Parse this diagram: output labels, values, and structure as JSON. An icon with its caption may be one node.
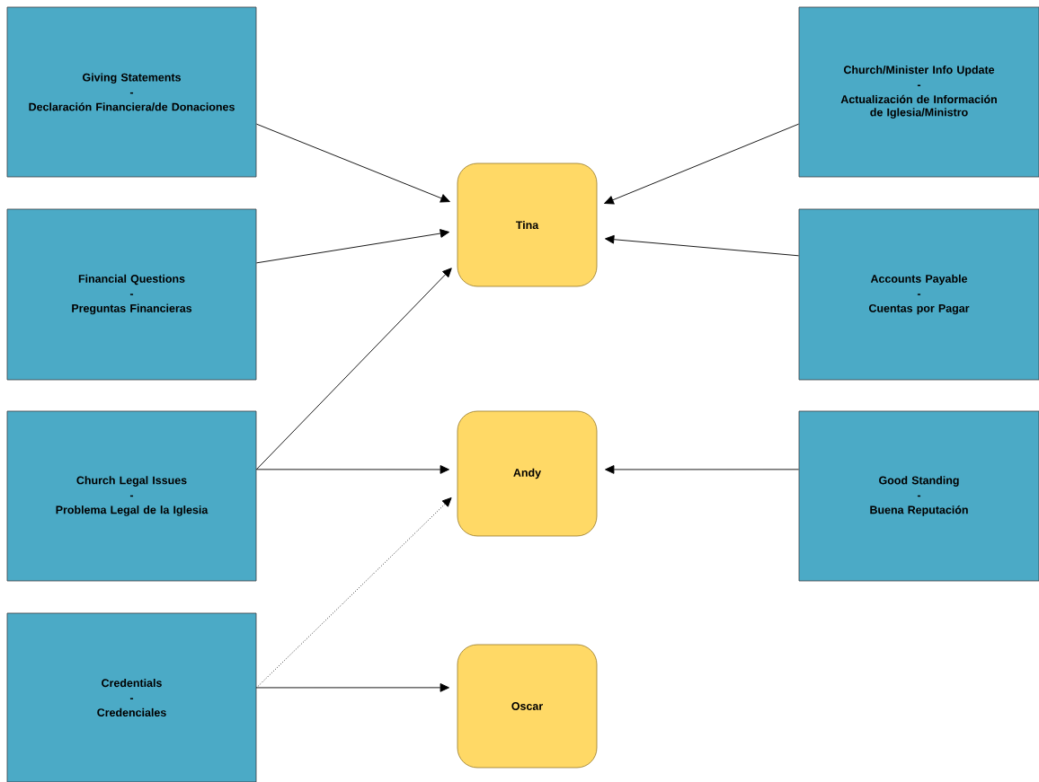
{
  "diagram": {
    "nodes": [
      {
        "text": [
          "Giving Statements",
          "-",
          "Declaración Financiera/de Donaciones"
        ]
      },
      {
        "text": [
          "Church/Minister Info Update",
          "-",
          "Actualización de Información de Iglesia/Ministro"
        ]
      },
      {
        "text": [
          "Tina"
        ]
      },
      {
        "text": [
          "Financial Questions",
          "-",
          "Preguntas Financieras"
        ]
      },
      {
        "text": [
          "Accounts Payable",
          "-",
          "Cuentas por Pagar"
        ]
      },
      {
        "text": [
          "Church Legal Issues",
          "-",
          "Problema Legal de la Iglesia"
        ]
      },
      {
        "text": [
          "Andy"
        ]
      },
      {
        "text": [
          "Good Standing",
          "-",
          "Buena Reputación"
        ]
      },
      {
        "text": [
          "Credentials",
          "-",
          "Credenciales"
        ]
      },
      {
        "text": [
          "Oscar"
        ]
      }
    ],
    "edges": [
      {
        "from": 0,
        "to": 2,
        "arrow": "to"
      },
      {
        "from": 3,
        "to": 2,
        "arrow": "to"
      },
      {
        "from": 5,
        "to": 2,
        "arrow": "to"
      },
      {
        "from": 5,
        "to": 6,
        "arrow": "to"
      },
      {
        "from": 8,
        "to": 6,
        "arrow": "to",
        "style": "dashed"
      },
      {
        "from": 8,
        "to": 9,
        "arrow": "to"
      },
      {
        "from": 1,
        "to": 2,
        "arrow": "to"
      },
      {
        "from": 4,
        "to": 2,
        "arrow": "to"
      },
      {
        "from": 7,
        "to": 6,
        "arrow": "to"
      }
    ]
  }
}
